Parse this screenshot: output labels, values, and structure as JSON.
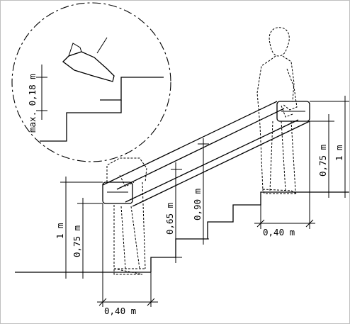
{
  "labels": {
    "step_max": "max. 0,18 m",
    "left_1m": "1 m",
    "left_075": "0,75 m",
    "mid_065": "0,65 m",
    "mid_090": "0,90 m",
    "right_075": "0,75 m",
    "right_1m": "1 m",
    "bottom_040": "0,40 m",
    "top_040": "0,40 m"
  }
}
